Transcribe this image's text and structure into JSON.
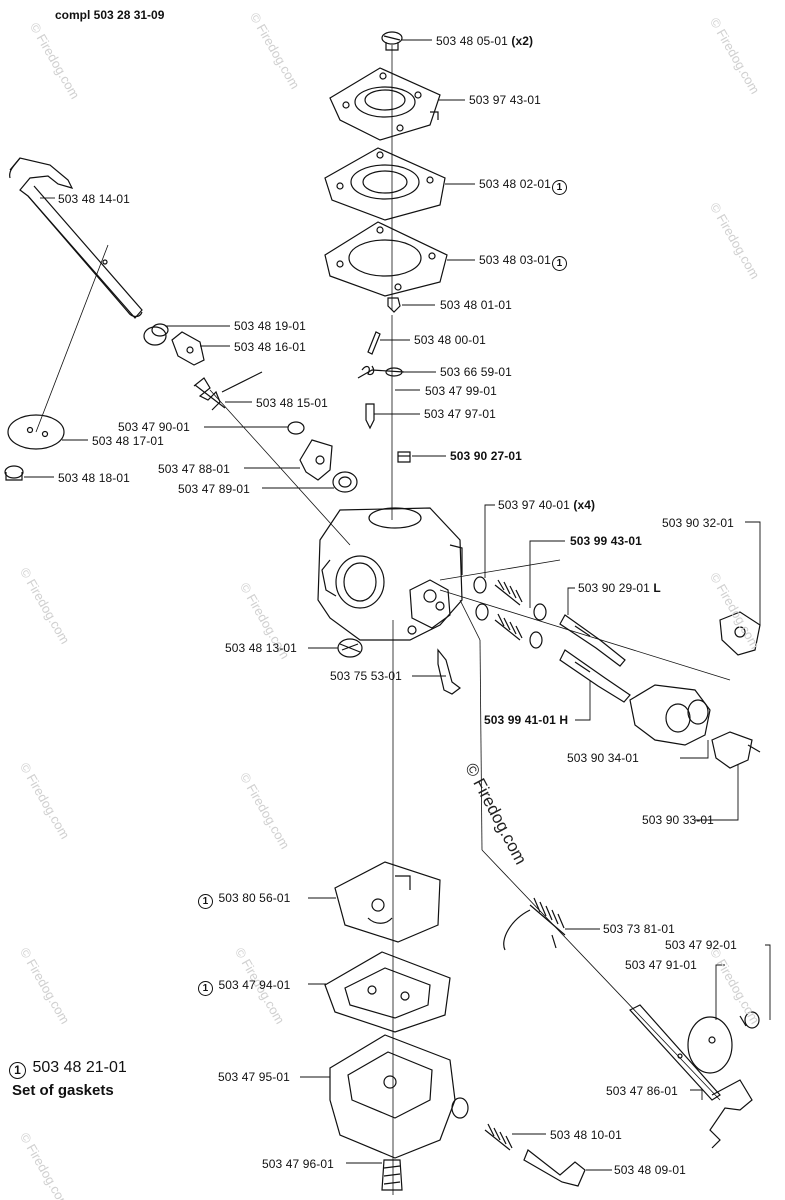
{
  "header": {
    "assembly": "compl 503 28 31-09"
  },
  "footer": {
    "marker": "1",
    "part": "503 48 21-01",
    "description": "Set of gaskets"
  },
  "watermark": {
    "text": "© Firedog.com"
  },
  "labels": {
    "l01": {
      "text": "503 48 05-01",
      "suffix": "(x2)"
    },
    "l02": {
      "text": "503 97 43-01"
    },
    "l03": {
      "text": "503 48 02-01",
      "marker": "1"
    },
    "l04": {
      "text": "503 48 03-01",
      "marker": "1"
    },
    "l05": {
      "text": "503 48 01-01"
    },
    "l06": {
      "text": "503 48 00-01"
    },
    "l07": {
      "text": "503 66 59-01"
    },
    "l08": {
      "text": "503 47 99-01"
    },
    "l09": {
      "text": "503 47 97-01"
    },
    "l10": {
      "text": "503 90 27-01"
    },
    "l11": {
      "text": "503 48 14-01"
    },
    "l12": {
      "text": "503 48 19-01"
    },
    "l13": {
      "text": "503 48 16-01"
    },
    "l14": {
      "text": "503 48 15-01"
    },
    "l15": {
      "text": "503 47 90-01"
    },
    "l16": {
      "text": "503 48 17-01"
    },
    "l17": {
      "text": "503 47 88-01"
    },
    "l18": {
      "text": "503 47 89-01"
    },
    "l19": {
      "text": "503 48 18-01"
    },
    "l20": {
      "text": "503 97 40-01",
      "suffix": "(x4)"
    },
    "l21": {
      "text": "503 90 32-01"
    },
    "l22": {
      "text": "503 99 43-01"
    },
    "l23": {
      "text": "503 90 29-01",
      "suffix": "L"
    },
    "l24": {
      "text": "503 48 13-01"
    },
    "l25": {
      "text": "503 75 53-01"
    },
    "l26": {
      "text": "503 99 41-01",
      "suffix": "H"
    },
    "l27": {
      "text": "503 90 34-01"
    },
    "l28": {
      "text": "503 90 33-01"
    },
    "l29": {
      "text": "503 80 56-01",
      "marker": "1"
    },
    "l30": {
      "text": "503 73 81-01"
    },
    "l31": {
      "text": "503 47 92-01"
    },
    "l32": {
      "text": "503 47 91-01"
    },
    "l33": {
      "text": "503 47 94-01",
      "marker": "1"
    },
    "l34": {
      "text": "503 47 95-01"
    },
    "l35": {
      "text": "503 47 86-01"
    },
    "l36": {
      "text": "503 48 10-01"
    },
    "l37": {
      "text": "503 47 96-01"
    },
    "l38": {
      "text": "503 48 09-01"
    }
  }
}
